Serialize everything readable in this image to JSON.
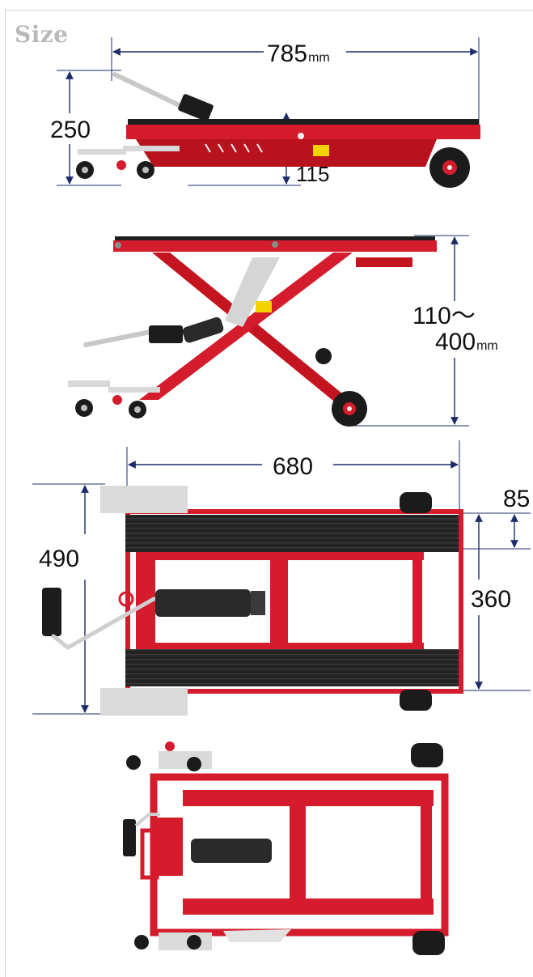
{
  "title": "Size",
  "views": {
    "side": {
      "length": "785",
      "length_unit": "mm",
      "height": "250",
      "base_height": "115"
    },
    "raised": {
      "range_min": "110～",
      "range_max": "400",
      "range_unit": "mm"
    },
    "top": {
      "width": "680",
      "depth": "490",
      "inner_gap": "360",
      "strip": "85"
    }
  },
  "colors": {
    "frame_red": "#d41c2c",
    "dim_navy": "#1d2c6a",
    "rubber": "#1e1e1e",
    "title_gray": "#b9b9b9"
  },
  "icons": [
    "wheel-icon",
    "pump-handle-icon",
    "hydraulic-cylinder-icon",
    "caster-icon",
    "warning-label-icon"
  ]
}
